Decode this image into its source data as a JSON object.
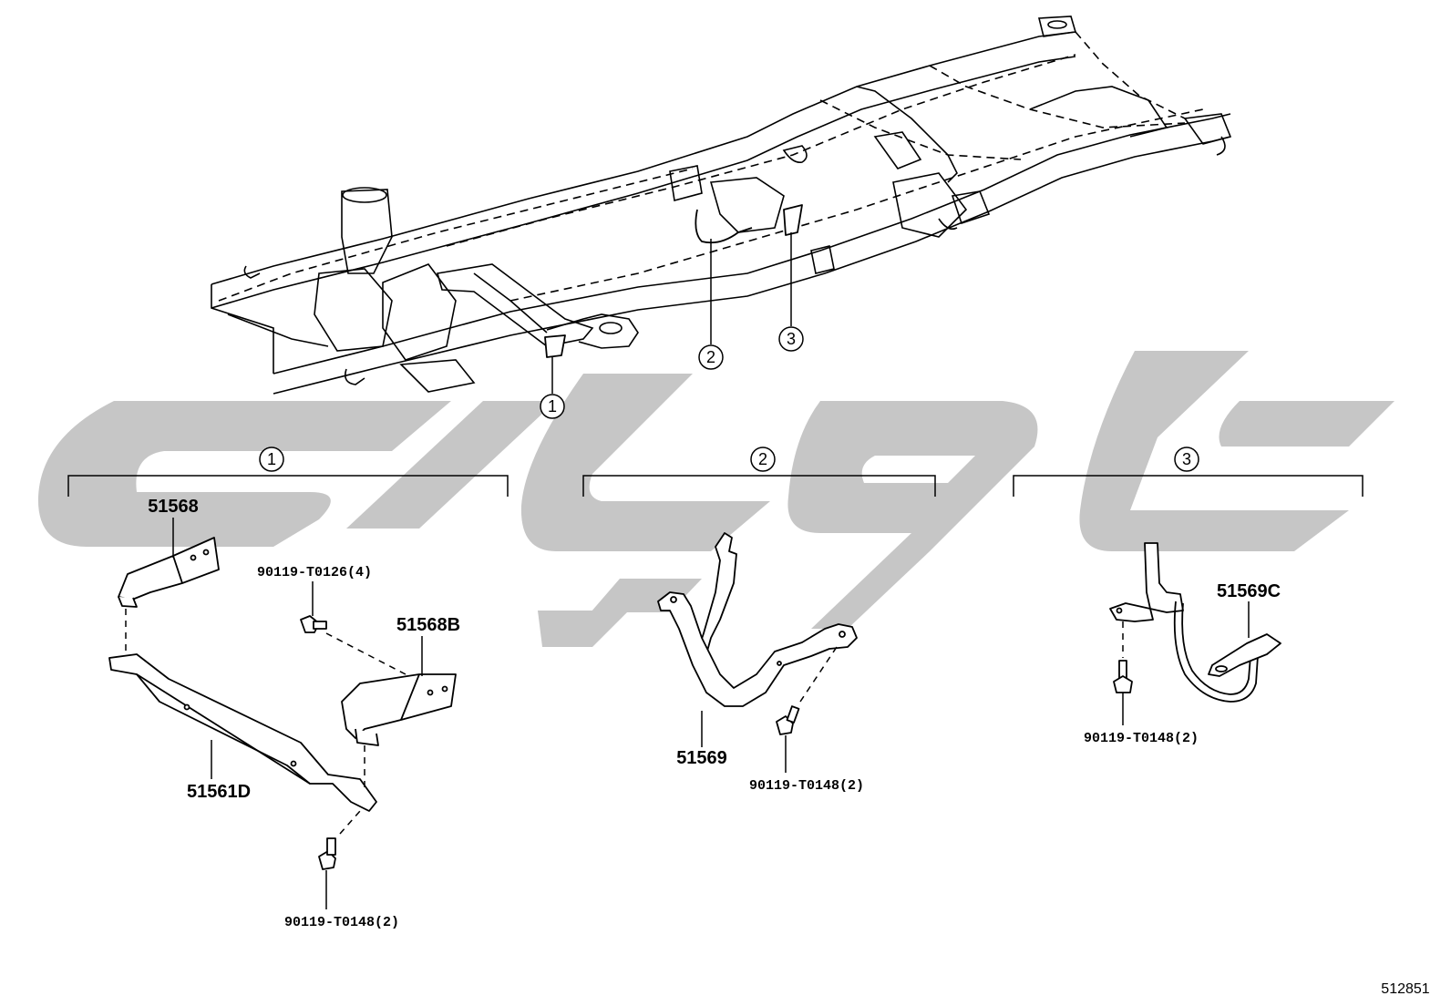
{
  "diagram": {
    "id_label": "512851",
    "callouts": [
      {
        "label": "1"
      },
      {
        "label": "2"
      },
      {
        "label": "3"
      }
    ],
    "groups": [
      {
        "label": "1",
        "parts": [
          "51568",
          "51568B",
          "51561D"
        ],
        "fasteners": [
          "90119-T0126(4)",
          "90119-T0148(2)"
        ]
      },
      {
        "label": "2",
        "parts": [
          "51569"
        ],
        "fasteners": [
          "90119-T0148(2)"
        ]
      },
      {
        "label": "3",
        "parts": [
          "51569C"
        ],
        "fasteners": [
          "90119-T0148(2)"
        ]
      }
    ]
  }
}
